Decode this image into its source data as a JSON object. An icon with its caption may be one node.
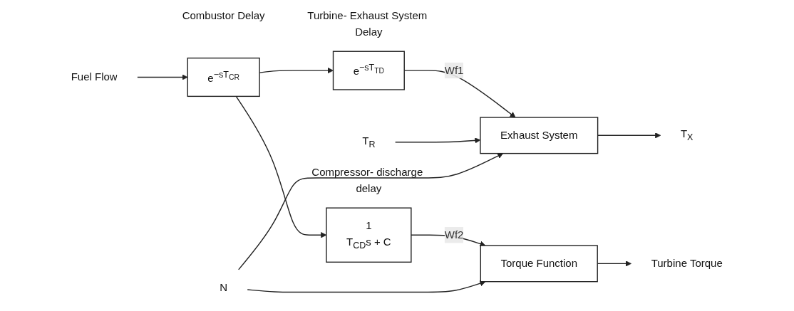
{
  "diagram": {
    "nodes": [
      {
        "text": [
          "Fuel Flow"
        ]
      },
      {
        "text": [
          "e$^{−sT}$$_{CR}$"
        ],
        "beside": [
          "Combustor Delay"
        ]
      },
      {
        "text": [
          "e$^{−sT}$$_{TD}$"
        ],
        "beside": [
          "Turbine- Exhaust System Delay"
        ]
      },
      {
        "text": [
          "1",
          "T$_{CD}$s + C"
        ],
        "beside": [
          "Compressor- discharge delay"
        ]
      },
      {
        "text": [
          "Exhaust System"
        ]
      },
      {
        "text": [
          "Torque Function"
        ]
      },
      {
        "text": [
          "T$_{X}$"
        ]
      },
      {
        "text": [
          "T$_{R}$"
        ]
      },
      {
        "text": [
          "Turbine Torque"
        ]
      },
      {
        "text": [
          "N"
        ]
      }
    ],
    "edges": [
      {
        "from": 0,
        "to": 1,
        "arrow": "to"
      },
      {
        "from": 1,
        "to": 2,
        "arrow": "to"
      },
      {
        "from": 1,
        "to": 3,
        "arrow": "to"
      },
      {
        "from": 2,
        "to": 4,
        "arrow": "to",
        "label": "Wf1"
      },
      {
        "from": 3,
        "to": 5,
        "arrow": "to",
        "label": "Wf2"
      },
      {
        "from": 4,
        "to": 6,
        "arrow": "to"
      },
      {
        "from": 7,
        "to": 4,
        "arrow": "to"
      },
      {
        "from": 9,
        "to": 5,
        "arrow": "to"
      },
      {
        "from": 9,
        "to": 4,
        "arrow": "to"
      },
      {
        "from": 5,
        "to": 8,
        "arrow": "to"
      }
    ]
  }
}
